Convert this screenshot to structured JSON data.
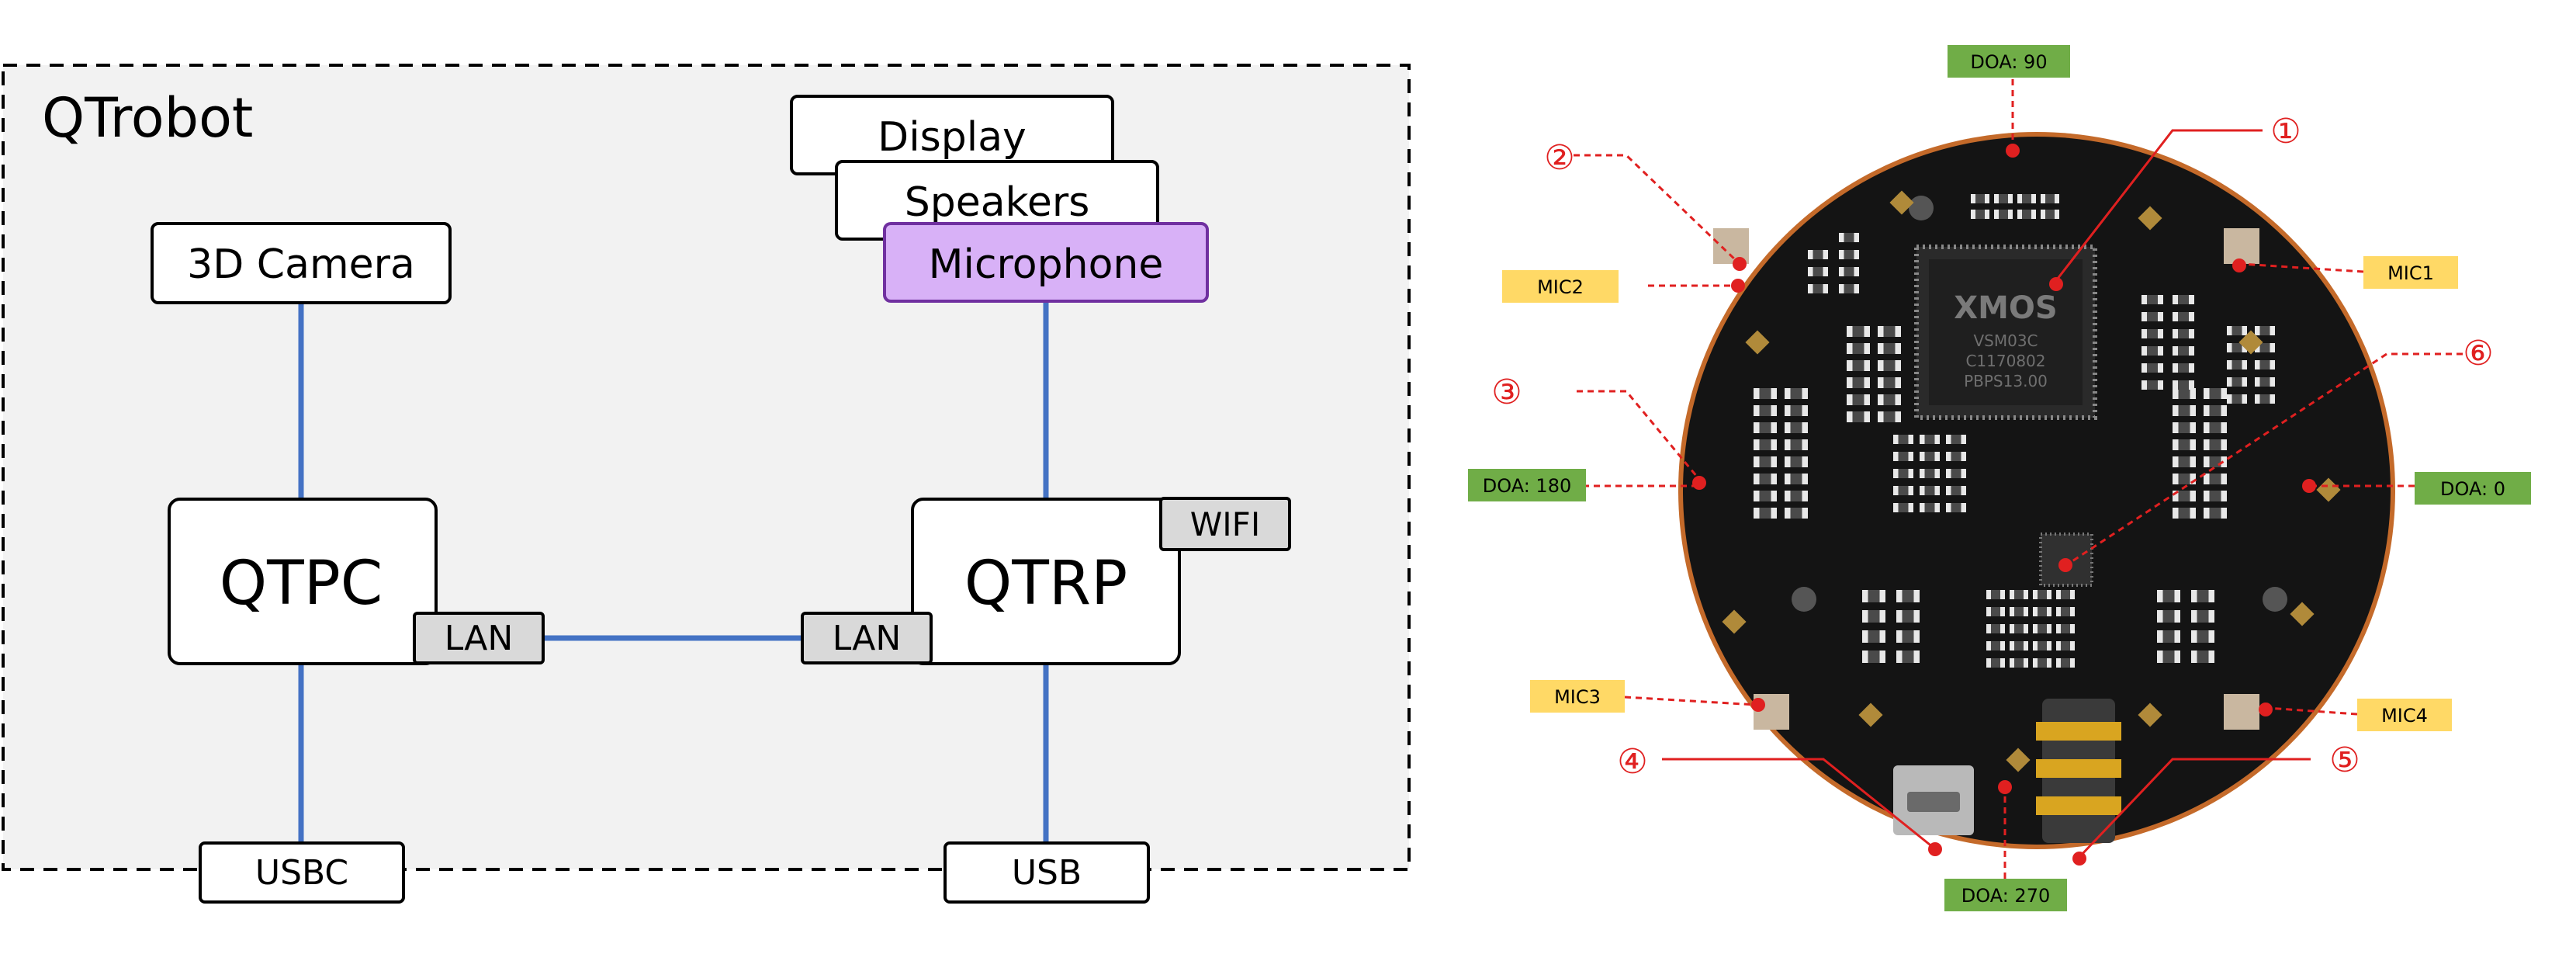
{
  "block_diagram": {
    "title": "QTrobot",
    "components": {
      "camera": "3D Camera",
      "display": "Display",
      "speakers": "Speakers",
      "microphone": "Microphone",
      "qtpc": "QTPC",
      "qtrp": "QTRP",
      "qtpc_lan": "LAN",
      "qtrp_lan": "LAN",
      "wifi": "WIFI",
      "usbc": "USBC",
      "usb": "USB"
    },
    "colors": {
      "microphone_fill": "#d8b1f7",
      "microphone_stroke": "#7030a0",
      "link": "#4472c4",
      "port_fill": "#d9d9d9",
      "panel_fill": "#f2f2f2"
    }
  },
  "mic_board": {
    "chip_text": [
      "XMOS",
      "VSM03C",
      "C1170802",
      "PBPS13.00"
    ],
    "doa_labels": {
      "top": "DOA: 90",
      "left": "DOA: 180",
      "right": "DOA: 0",
      "bottom": "DOA: 270"
    },
    "mic_labels": {
      "mic1": "MIC1",
      "mic2": "MIC2",
      "mic3": "MIC3",
      "mic4": "MIC4"
    },
    "callouts": [
      "①",
      "②",
      "③",
      "④",
      "⑤",
      "⑥"
    ],
    "colors": {
      "doa_fill": "#70ad47",
      "mic_fill": "#ffd966",
      "callout": "#e02020",
      "board": "#141414"
    }
  }
}
